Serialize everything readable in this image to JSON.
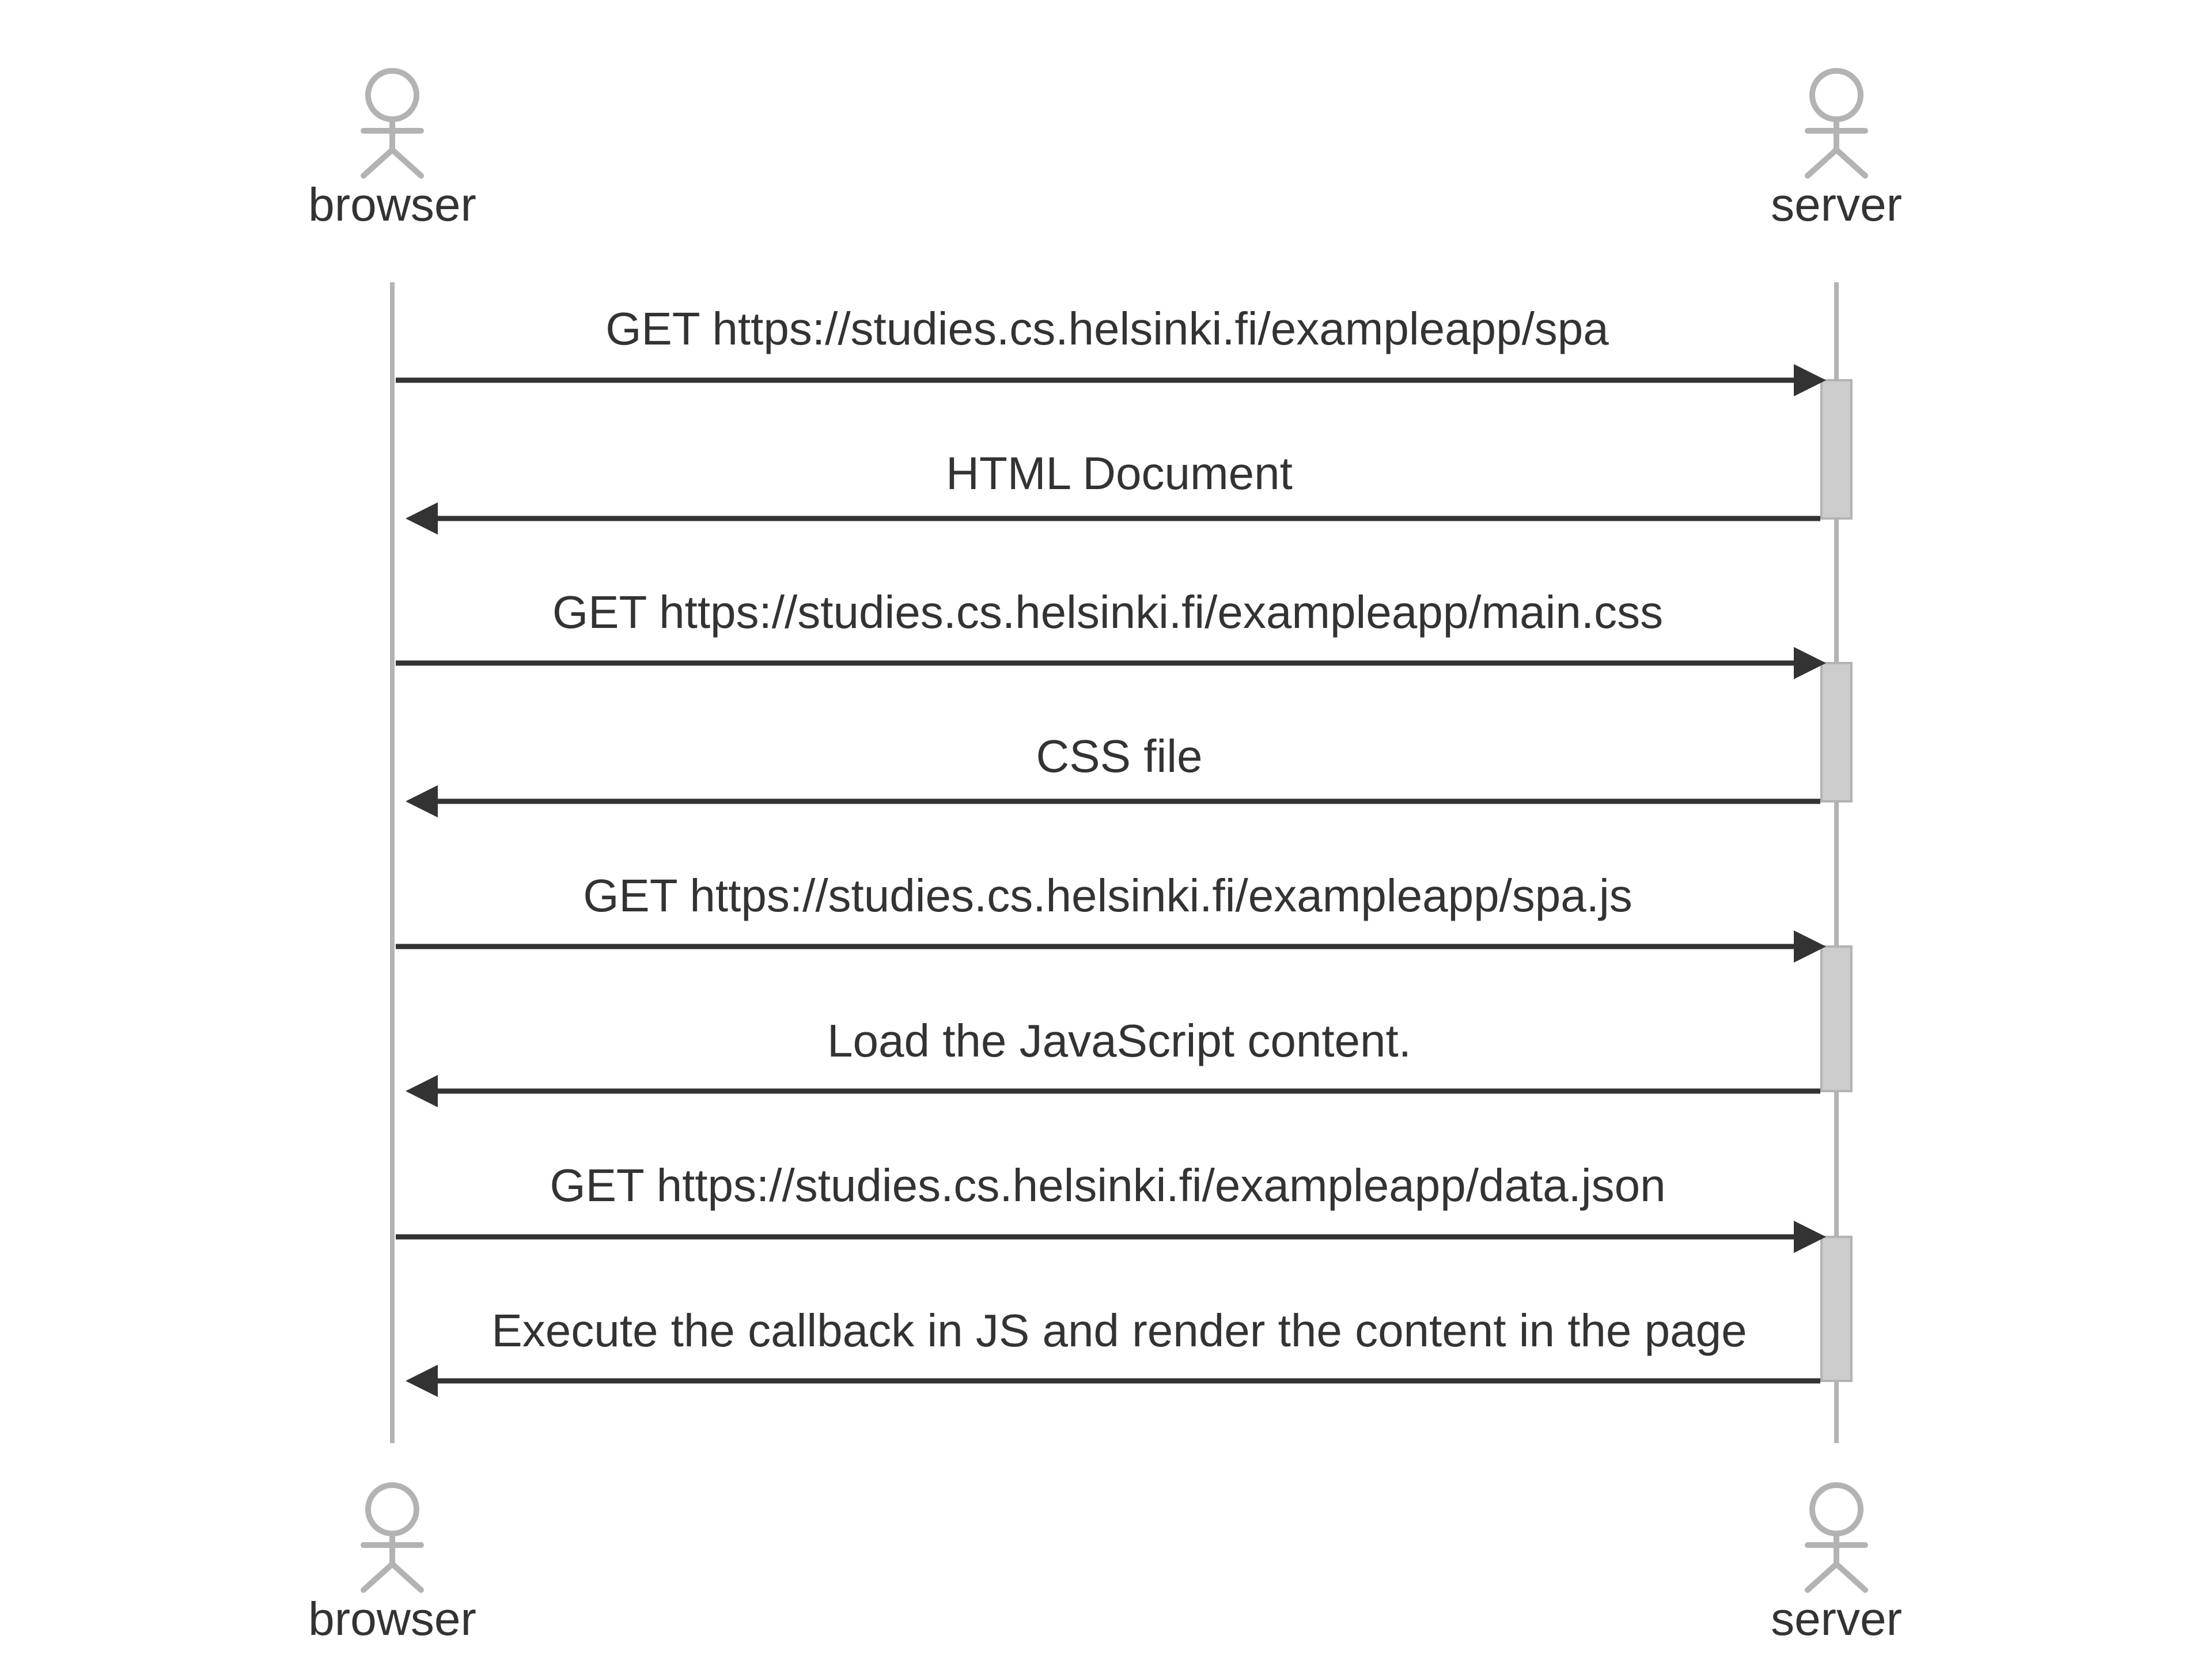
{
  "participants": [
    {
      "id": "browser",
      "label": "browser"
    },
    {
      "id": "server",
      "label": "server"
    }
  ],
  "messages": [
    {
      "from": "browser",
      "to": "server",
      "text": "GET https://studies.cs.helsinki.fi/exampleapp/spa"
    },
    {
      "from": "server",
      "to": "browser",
      "text": "HTML Document"
    },
    {
      "from": "browser",
      "to": "server",
      "text": "GET https://studies.cs.helsinki.fi/exampleapp/main.css"
    },
    {
      "from": "server",
      "to": "browser",
      "text": "CSS file"
    },
    {
      "from": "browser",
      "to": "server",
      "text": "GET https://studies.cs.helsinki.fi/exampleapp/spa.js"
    },
    {
      "from": "server",
      "to": "browser",
      "text": "Load the JavaScript content."
    },
    {
      "from": "browser",
      "to": "server",
      "text": "GET https://studies.cs.helsinki.fi/exampleapp/data.json"
    },
    {
      "from": "server",
      "to": "browser",
      "text": "Execute the callback in JS and render the content in the page"
    }
  ],
  "colors": {
    "actor": "#b3b3b3",
    "lifeline": "#b3b3b3",
    "activation_fill": "#cccccc",
    "arrow": "#333333",
    "text": "#333333"
  }
}
